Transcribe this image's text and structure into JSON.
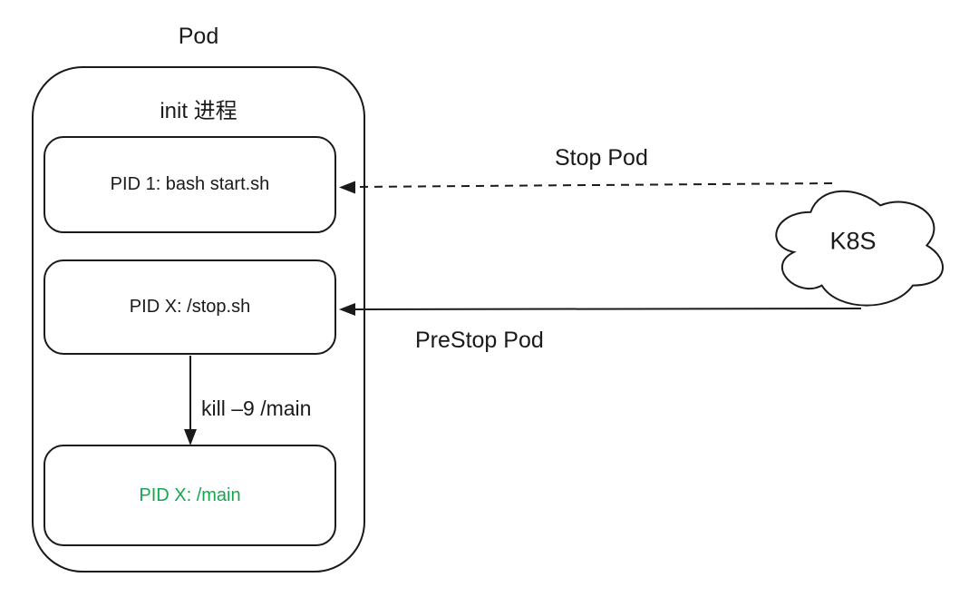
{
  "diagram": {
    "title": "Pod",
    "pod_container": {
      "label": "init 进程"
    },
    "processes": [
      {
        "id": "pid1",
        "label": "PID 1: bash start.sh",
        "text_color": "#1a1a1a"
      },
      {
        "id": "pid-stop",
        "label": "PID X: /stop.sh",
        "text_color": "#1a1a1a"
      },
      {
        "id": "pid-main",
        "label": "PID X: /main",
        "text_color": "#16a650"
      }
    ],
    "cloud": {
      "label": "K8S"
    },
    "arrows": [
      {
        "label": "Stop Pod",
        "style": "dashed",
        "from": "K8S",
        "to": "PID 1: bash start.sh",
        "direction": "right-to-left"
      },
      {
        "label": "PreStop Pod",
        "style": "solid",
        "from": "K8S",
        "to": "PID X: /stop.sh",
        "direction": "right-to-left"
      },
      {
        "label": "kill –9 /main",
        "style": "solid",
        "from": "PID X: /stop.sh",
        "to": "PID X: /main",
        "direction": "down"
      }
    ],
    "colors": {
      "stroke": "#1a1a1a",
      "background": "#ffffff",
      "main_process_green": "#16a650"
    }
  }
}
